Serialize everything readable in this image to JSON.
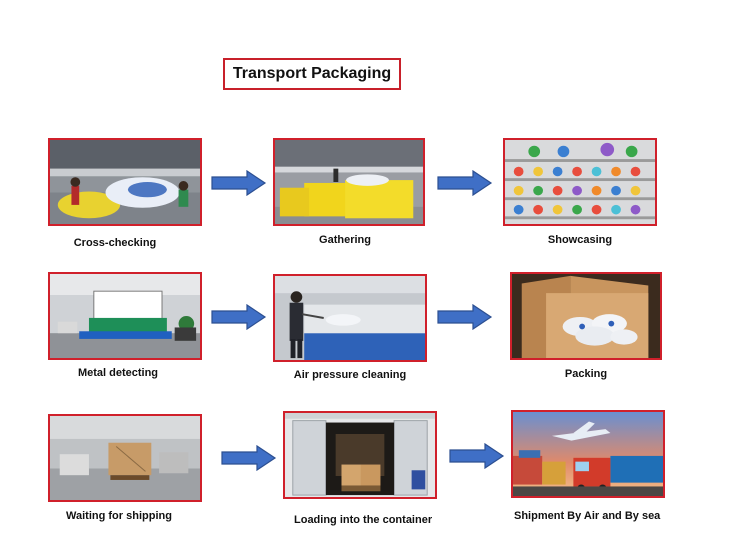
{
  "title": "Transport Packaging",
  "steps": [
    {
      "label": "Cross-checking",
      "image": "workers-sorting-plush-photo"
    },
    {
      "label": "Gathering",
      "image": "yellow-bags-warehouse-photo"
    },
    {
      "label": "Showcasing",
      "image": "plush-toy-shelves-photo"
    },
    {
      "label": "Metal detecting",
      "image": "metal-detector-machine-photo"
    },
    {
      "label": "Air pressure cleaning",
      "image": "worker-air-cleaning-photo"
    },
    {
      "label": "Packing",
      "image": "packed-carton-box-photo"
    },
    {
      "label": "Waiting for shipping",
      "image": "warehouse-pallets-photo"
    },
    {
      "label": "Loading into the container",
      "image": "container-loading-photo"
    },
    {
      "label": "Shipment By Air and By sea",
      "image": "plane-truck-port-photo"
    }
  ],
  "colors": {
    "frame": "#d0202b",
    "arrow": "#3f6fc6",
    "arrow_stroke": "#2c4f91"
  }
}
